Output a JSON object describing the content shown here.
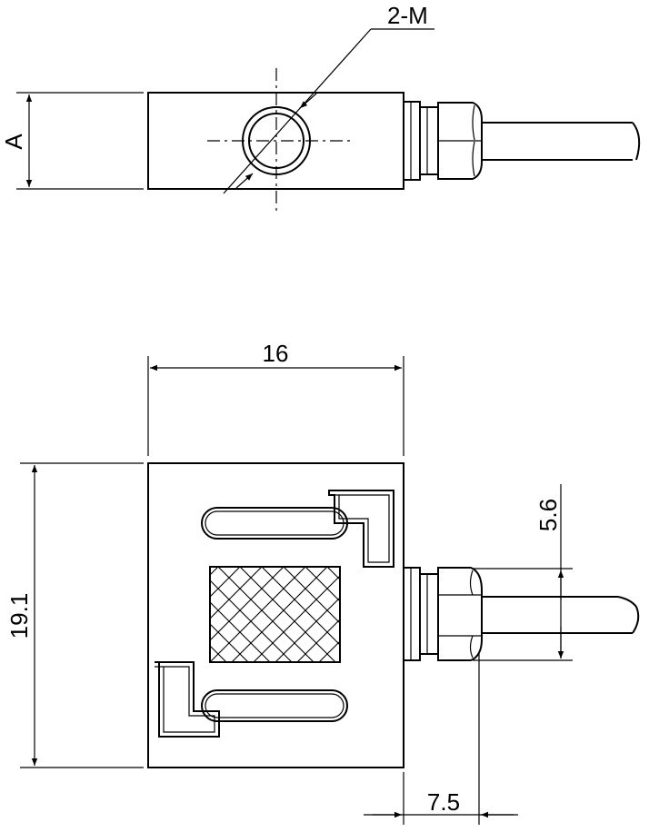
{
  "drawing": {
    "labels": {
      "thread_callout": "2-M",
      "height_a": "A",
      "width": "16",
      "height": "19.1",
      "cable_dia": "5.6",
      "cable_offset": "7.5"
    }
  }
}
